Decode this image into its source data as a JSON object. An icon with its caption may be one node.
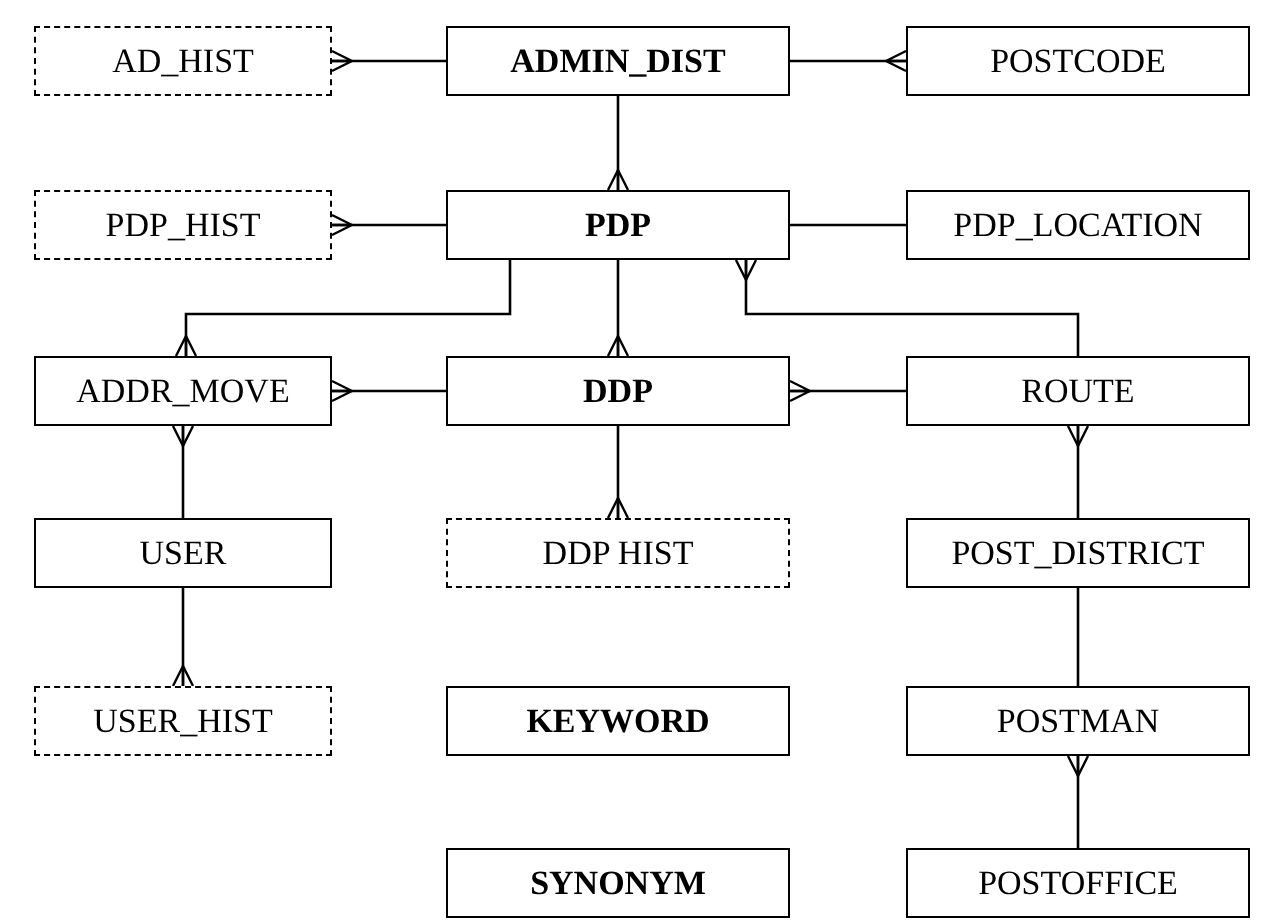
{
  "diagram": {
    "nodes": [
      {
        "text": [
          "AD_HIST"
        ]
      },
      {
        "text": [
          "ADMIN_DIST"
        ]
      },
      {
        "text": [
          "POSTCODE"
        ]
      },
      {
        "text": [
          "PDP_HIST"
        ]
      },
      {
        "text": [
          "PDP"
        ]
      },
      {
        "text": [
          "PDP_LOCATION"
        ]
      },
      {
        "text": [
          "ADDR_MOVE"
        ]
      },
      {
        "text": [
          "DDP"
        ]
      },
      {
        "text": [
          "ROUTE"
        ]
      },
      {
        "text": [
          "USER"
        ]
      },
      {
        "text": [
          "DDP HIST"
        ]
      },
      {
        "text": [
          "POST_DISTRICT"
        ]
      },
      {
        "text": [
          "USER_HIST"
        ]
      },
      {
        "text": [
          "KEYWORD"
        ]
      },
      {
        "text": [
          "POSTMAN"
        ]
      },
      {
        "text": [
          "SYNONYM"
        ]
      },
      {
        "text": [
          "POSTOFFICE"
        ]
      }
    ],
    "edges": [
      {
        "from": 1,
        "to": 0,
        "arrow": "other"
      },
      {
        "from": 1,
        "to": 2,
        "arrow": "other"
      },
      {
        "from": 1,
        "to": 4,
        "arrow": "other"
      },
      {
        "from": 4,
        "to": 3,
        "arrow": "other"
      },
      {
        "from": 4,
        "to": 5,
        "arrow": "none"
      },
      {
        "from": 4,
        "to": 6,
        "arrow": "other"
      },
      {
        "from": 4,
        "to": 7,
        "arrow": "other"
      },
      {
        "from": 8,
        "to": 4,
        "arrow": "other"
      },
      {
        "from": 7,
        "to": 6,
        "arrow": "other"
      },
      {
        "from": 8,
        "to": 7,
        "arrow": "other"
      },
      {
        "from": 9,
        "to": 6,
        "arrow": "other"
      },
      {
        "from": 7,
        "to": 10,
        "arrow": "other"
      },
      {
        "from": 11,
        "to": 8,
        "arrow": "other"
      },
      {
        "from": 9,
        "to": 12,
        "arrow": "other"
      },
      {
        "from": 11,
        "to": 14,
        "arrow": "none"
      },
      {
        "from": 16,
        "to": 14,
        "arrow": "other"
      }
    ]
  }
}
